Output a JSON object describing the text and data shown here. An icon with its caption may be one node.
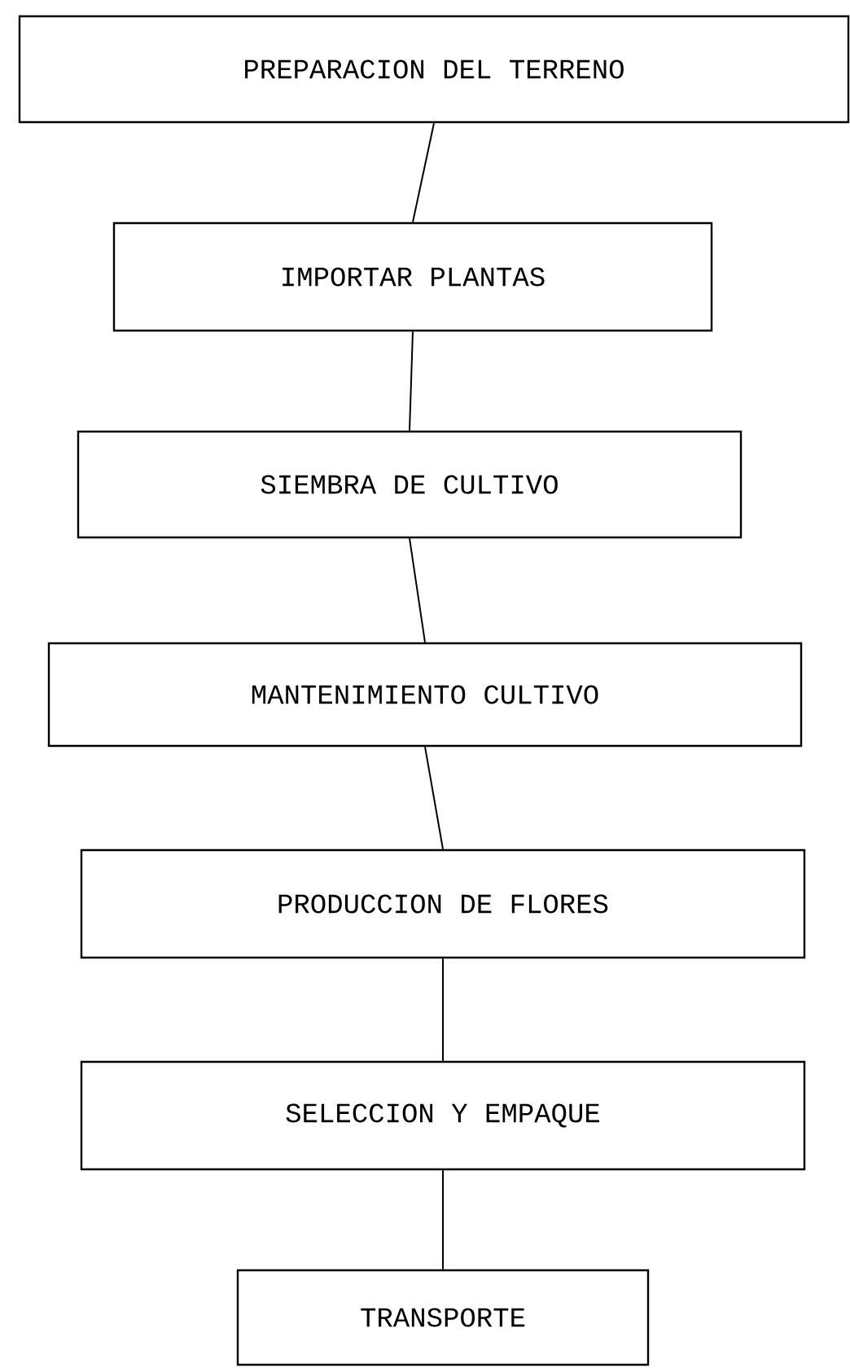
{
  "diagram": {
    "nodes": [
      {
        "text": [
          "PREPARACION DEL TERRENO"
        ]
      },
      {
        "text": [
          "IMPORTAR PLANTAS"
        ]
      },
      {
        "text": [
          "SIEMBRA DE CULTIVO"
        ]
      },
      {
        "text": [
          "MANTENIMIENTO CULTIVO"
        ]
      },
      {
        "text": [
          "PRODUCCION DE FLORES"
        ]
      },
      {
        "text": [
          "SELECCION Y EMPAQUE"
        ]
      },
      {
        "text": [
          "TRANSPORTE"
        ]
      }
    ],
    "edges": [
      {
        "from": 0,
        "to": 1,
        "arrow": "none"
      },
      {
        "from": 1,
        "to": 2,
        "arrow": "none"
      },
      {
        "from": 2,
        "to": 3,
        "arrow": "none"
      },
      {
        "from": 3,
        "to": 4,
        "arrow": "none"
      },
      {
        "from": 4,
        "to": 5,
        "arrow": "none"
      },
      {
        "from": 5,
        "to": 6,
        "arrow": "none"
      }
    ]
  }
}
